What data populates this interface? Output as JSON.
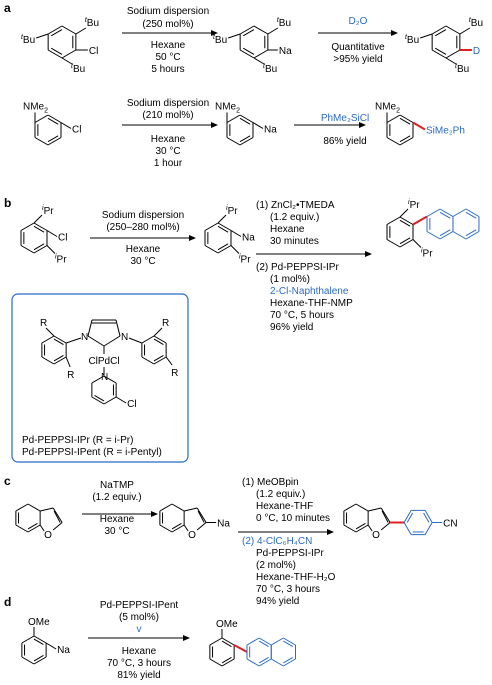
{
  "panels": {
    "a": {
      "label": "a",
      "row1": {
        "reagent": "Sodium dispersion",
        "amount": "(250 mol%)",
        "solvent": "Hexane",
        "temp": "50 °C",
        "time": "5 hours",
        "step2_reagent": "D₂O",
        "step2_line1": "Quantitative",
        "step2_line2": ">95% yield"
      },
      "row2": {
        "reagent": "Sodium dispersion",
        "amount": "(210 mol%)",
        "solvent": "Hexane",
        "temp": "30 °C",
        "time": "1 hour",
        "step2_reagent": "PhMe₂SiCl",
        "step2_yield": "86% yield"
      }
    },
    "b": {
      "label": "b",
      "reagent": "Sodium dispersion",
      "amount": "(250–280 mol%)",
      "solvent": "Hexane",
      "temp": "30 °C",
      "s1": "(1) ZnCl₂•TMEDA",
      "s1b": "(1.2 equiv.)",
      "s1c": "Hexane",
      "s1d": "30 minutes",
      "s2": "(2) Pd-PEPPSI-IPr",
      "s2b": "(1 mol%)",
      "s2c": "2-Cl-Naphthalene",
      "s2d": "Hexane-THF-NMP",
      "s2e": "70 °C, 5 hours",
      "s2f": "96% yield",
      "box_line1": "Pd-PEPPSI-IPr (R = i-Pr)",
      "box_line2": "Pd-PEPPSI-IPent (R = i-Pentyl)"
    },
    "c": {
      "label": "c",
      "reagent": "NaTMP",
      "amount": "(1.2 equiv.)",
      "solvent": "Hexane",
      "temp": "30 °C",
      "s1": "(1) MeOBpin",
      "s1b": "(1.2 equiv.)",
      "s1c": "Hexane-THF",
      "s1d": "0 °C, 10 minutes",
      "s2": "(2) 4-ClC₆H₄CN",
      "s2b": "Pd-PEPPSI-IPr",
      "s2c": "(2 mol%)",
      "s2d": "Hexane-THF-H₂O",
      "s2e": "70 °C, 3 hours",
      "s2f": "94% yield"
    },
    "d": {
      "label": "d",
      "reagent": "Pd-PEPPSI-IPent",
      "amount": "(5 mol%)",
      "v": "v",
      "solvent": "Hexane",
      "cond": "70 °C, 3 hours",
      "yield": "81% yield"
    }
  },
  "atoms": {
    "tBu": "Bu",
    "Cl": "Cl",
    "Na": "Na",
    "D": "D",
    "NMe2": "NMe",
    "SiMe2Ph": "SiMe₂Ph",
    "iPr": "Pr",
    "O": "O",
    "CN": "CN",
    "OMe": "OMe",
    "N": "N",
    "R": "R",
    "ClPdCl": "ClPdCl"
  },
  "colors": {
    "bond_highlight": "#e02020",
    "blue": "#2a6bc4",
    "box": "#2a6bc4"
  }
}
